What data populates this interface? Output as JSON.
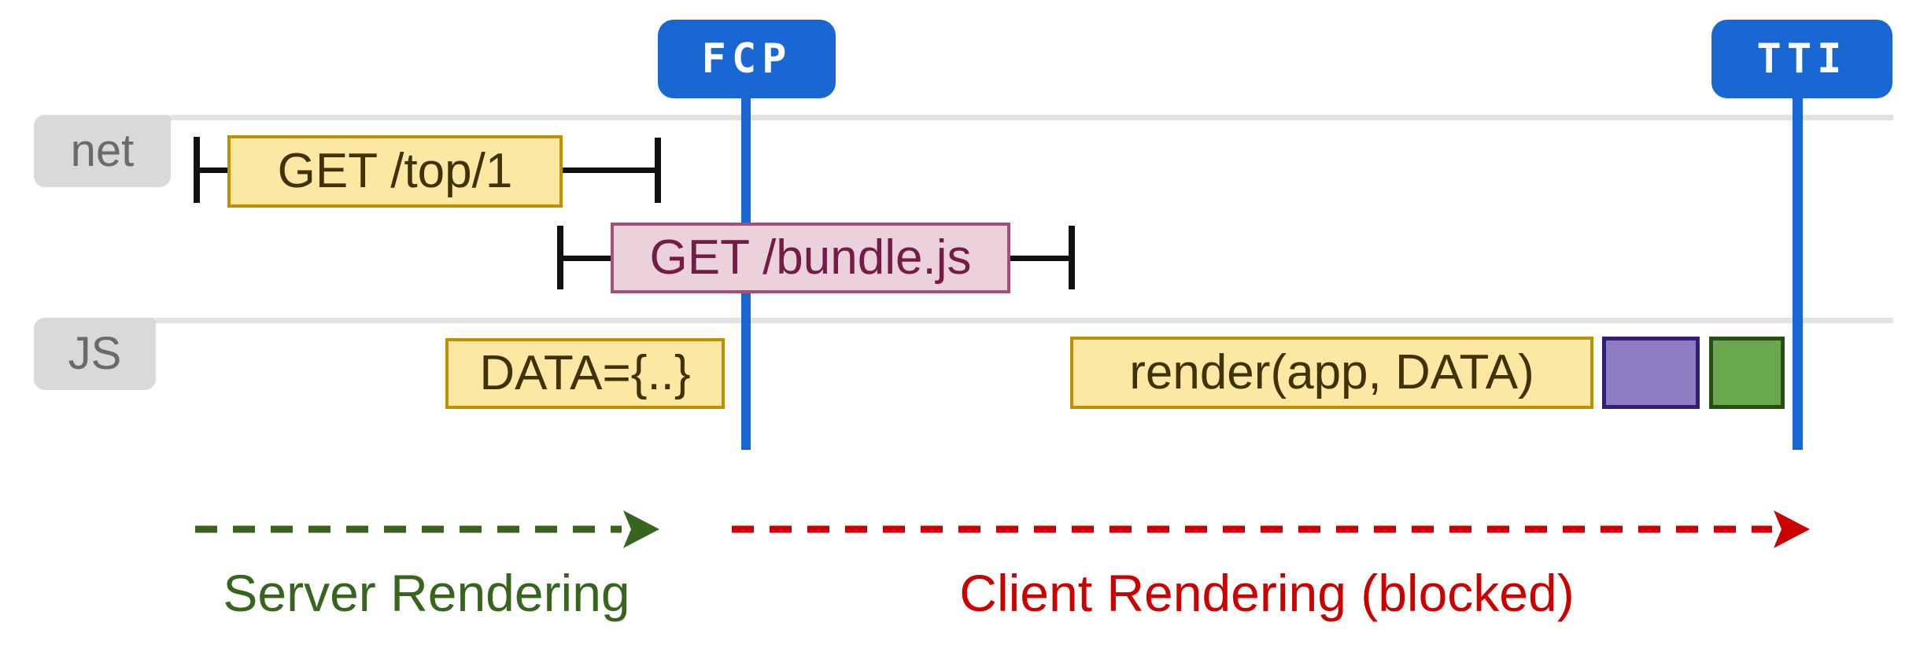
{
  "markers": [
    {
      "id": "fcp",
      "label": "FCP"
    },
    {
      "id": "tti",
      "label": "TTI"
    }
  ],
  "lanes": [
    {
      "label": "net",
      "items": [
        {
          "label": "GET /top/1",
          "style": "yellow"
        },
        {
          "label": "GET /bundle.js",
          "style": "pink"
        }
      ]
    },
    {
      "label": "JS",
      "items": [
        {
          "label": "DATA={..}",
          "style": "yellow"
        },
        {
          "label": "render(app, DATA)",
          "style": "yellow"
        },
        {
          "label": "",
          "style": "purple"
        },
        {
          "label": "",
          "style": "green"
        }
      ]
    }
  ],
  "phases": [
    {
      "label": "Server Rendering",
      "color": "#38651e"
    },
    {
      "label": "Client Rendering (blocked)",
      "color": "#cc0000"
    }
  ],
  "colors": {
    "marker_blue": "#1967d2",
    "lane_gray": "#e2e2e2",
    "tab_gray": "#d9d9d9",
    "yellow_fill": "#fce8a3",
    "yellow_border": "#bf9000",
    "yellow_text": "#3e3206",
    "pink_fill": "#ead1dc",
    "pink_border": "#a64d79",
    "pink_text": "#741b47",
    "purple_fill": "#8e7cc3",
    "purple_border": "#351c75",
    "green_fill": "#6aa84f",
    "green_border": "#274e13",
    "server_green": "#38651e",
    "client_red": "#cc0000"
  }
}
